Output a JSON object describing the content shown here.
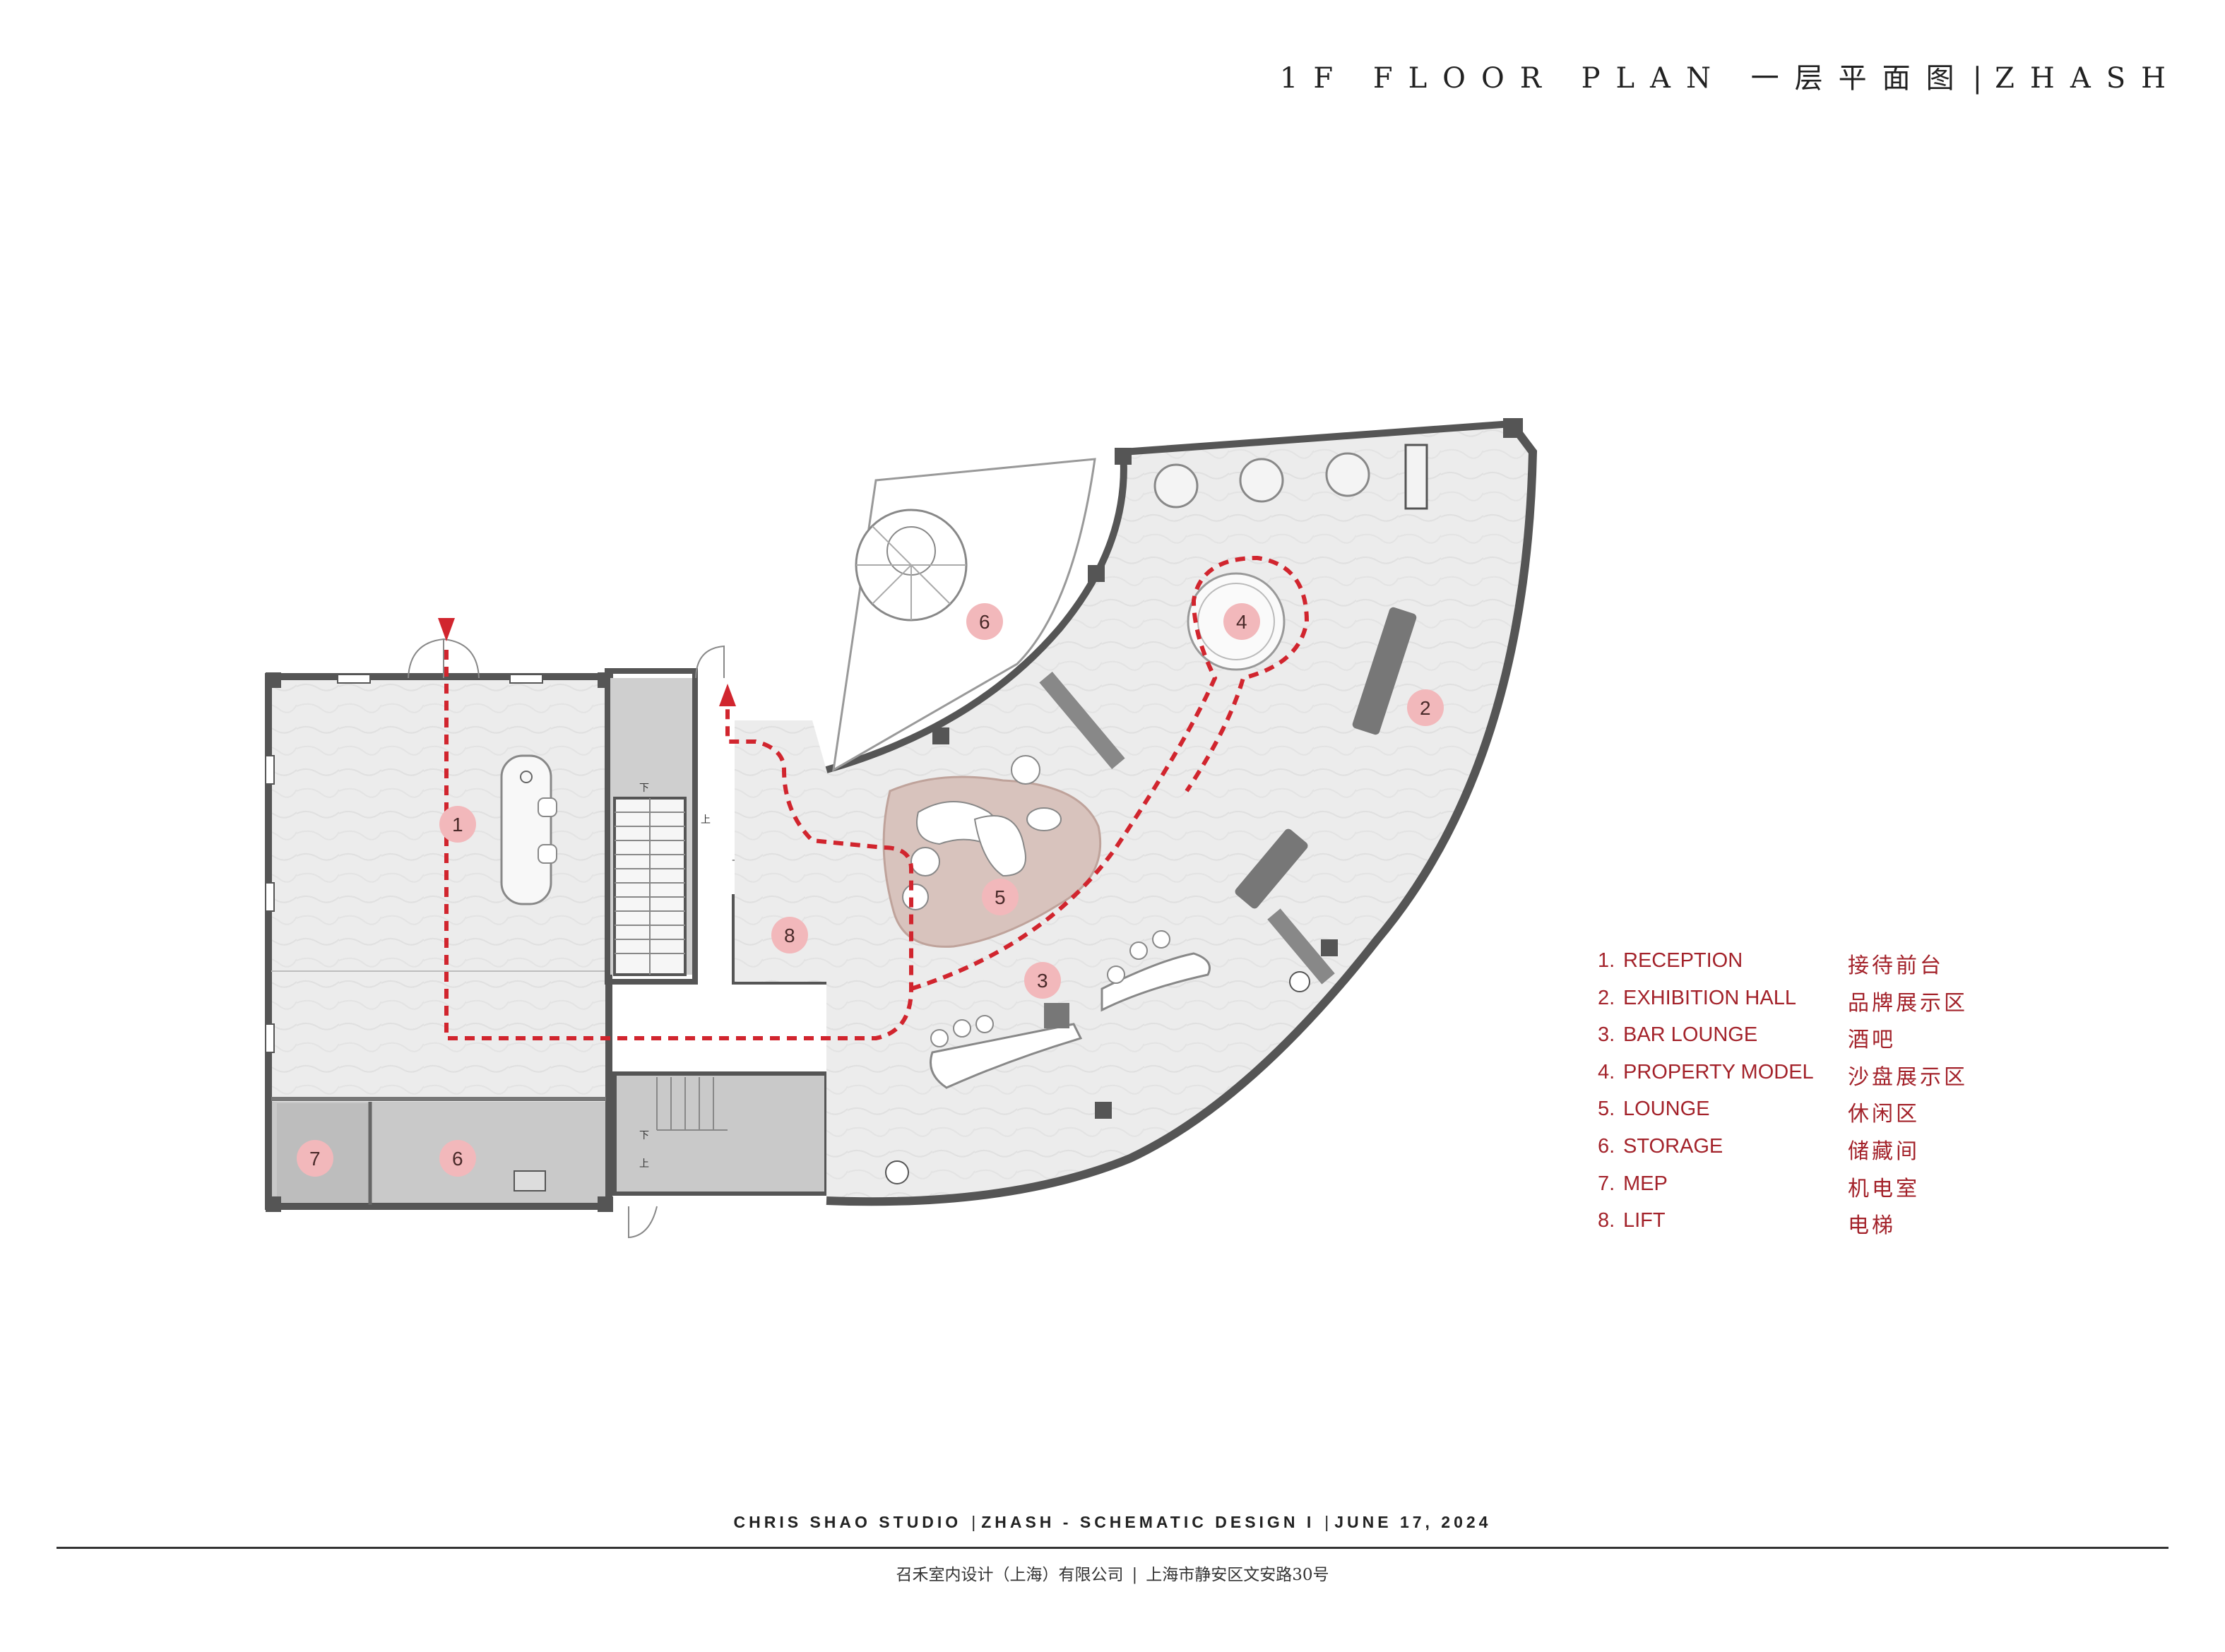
{
  "header": {
    "title_en": "1F FLOOR PLAN",
    "title_zh": "一层平面图",
    "project": "ZHASH"
  },
  "rooms": [
    {
      "num": "1"
    },
    {
      "num": "2"
    },
    {
      "num": "3"
    },
    {
      "num": "4"
    },
    {
      "num": "5"
    },
    {
      "num": "6"
    },
    {
      "num": "6"
    },
    {
      "num": "7"
    },
    {
      "num": "8"
    }
  ],
  "stair_marks": {
    "up_1": "上",
    "up_2": "上",
    "up_3": "上",
    "down_1": "下",
    "down_2": "下"
  },
  "legend": [
    {
      "num": "1.",
      "en": "RECEPTION",
      "zh": "接待前台"
    },
    {
      "num": "2.",
      "en": "EXHIBITION HALL",
      "zh": "品牌展示区"
    },
    {
      "num": "3.",
      "en": "BAR LOUNGE",
      "zh": "酒吧"
    },
    {
      "num": "4.",
      "en": "PROPERTY MODEL",
      "zh": "沙盘展示区"
    },
    {
      "num": "5.",
      "en": "LOUNGE",
      "zh": "休闲区"
    },
    {
      "num": "6.",
      "en": "STORAGE",
      "zh": "储藏间"
    },
    {
      "num": "7.",
      "en": "MEP",
      "zh": "机电室"
    },
    {
      "num": "8.",
      "en": "LIFT",
      "zh": "电梯"
    }
  ],
  "footer": {
    "studio": "CHRIS SHAO STUDIO",
    "design": "ZHASH - SCHEMATIC DESIGN I",
    "date": "JUNE 17, 2024",
    "company_zh": "召禾室内设计（上海）有限公司",
    "address_zh": "上海市静安区文安路30号"
  },
  "colors": {
    "accent_red": "#d1252e",
    "label_red": "#a3222a",
    "room_marker": "#f2b8bb",
    "wall": "#555555",
    "floor": "#ececec",
    "storage_floor": "#c9c9c9"
  }
}
